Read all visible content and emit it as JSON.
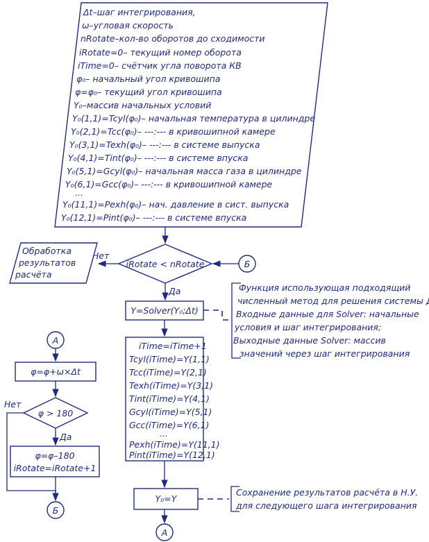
{
  "init_block": {
    "lines": [
      "Δt–шаг интегрирования,",
      "ω–угловая скорость",
      "nRotate–кол-во оборотов до сходимости",
      "iRotate=0– текущий номер оборота",
      "iTime=0– счётчик угла поворота КВ",
      "φ₀– начальный угол кривошипа",
      "φ=φ₀– текущий угол кривошипа",
      "Y₀–массив начальных условий",
      "Y₀(1,1)=Tcyl(φ₀)– начальная температура в цилиндре",
      "Y₀(2,1)=Tcc(φ₀)–       ---:---           в кривошипной камере",
      "Y₀(3,1)=Texh(φ₀)–     ---:---             в системе выпуска",
      "Y₀(4,1)=Tint(φ₀)–      ---:---             в системе впуска",
      "Y₀(5,1)=Gcyl(φ₀)– начальная масса газа в цилиндре",
      "Y₀(6,1)=Gcc(φ₀)–     ---:---        в кривошипной камере",
      "...",
      "Y₀(11,1)=Pexh(φ₀)– нач. давление в сист. выпуска",
      "Y₀(12,1)=Pint(φ₀)–     ---:---           в системе впуска"
    ]
  },
  "decision_main": {
    "label": "iRotate < nRotate",
    "no": "Нет",
    "yes": "Да"
  },
  "process_results": {
    "lines": [
      "Обработка",
      "результатов",
      "расчёта"
    ]
  },
  "connector_b": "Б",
  "connector_a": "А",
  "solver_block": {
    "label": "Y=Solver(Y₀;Δt)"
  },
  "solver_note": {
    "lines": [
      "Функция использующая подходящий",
      "численный метод для решения системы ДУ;",
      "Входные данные для Solver: начальные",
      "условия и шаг интегрирования;",
      "Выходные данные Solver: массив",
      "значений через шаг интегрирования"
    ]
  },
  "assign_block": {
    "lines": [
      "iTime=iTime+1",
      "Tcyl(iTime)=Y(1,1)",
      "Tcc(iTime)=Y(2,1)",
      "Texh(iTime)=Y(3,1)",
      "Tint(iTime)=Y(4,1)",
      "Gcyl(iTime)=Y(5,1)",
      "Gcc(iTime)=Y(6,1)",
      "...",
      "Pexh(iTime)=Y(11,1)",
      "Pint(iTime)=Y(12,1)"
    ]
  },
  "save_block": {
    "label": "Y₀=Y"
  },
  "save_note": {
    "lines": [
      "Сохранение результатов расчёта в Н.У.",
      "для следующего шага интегрирования"
    ]
  },
  "phi_block": {
    "label": "φ=φ+ω×Δt"
  },
  "decision_phi": {
    "label": "φ > 180",
    "no": "Нет",
    "yes": "Да"
  },
  "reset_block": {
    "lines": [
      "φ=φ–180",
      "iRotate=iRotate+1"
    ]
  }
}
